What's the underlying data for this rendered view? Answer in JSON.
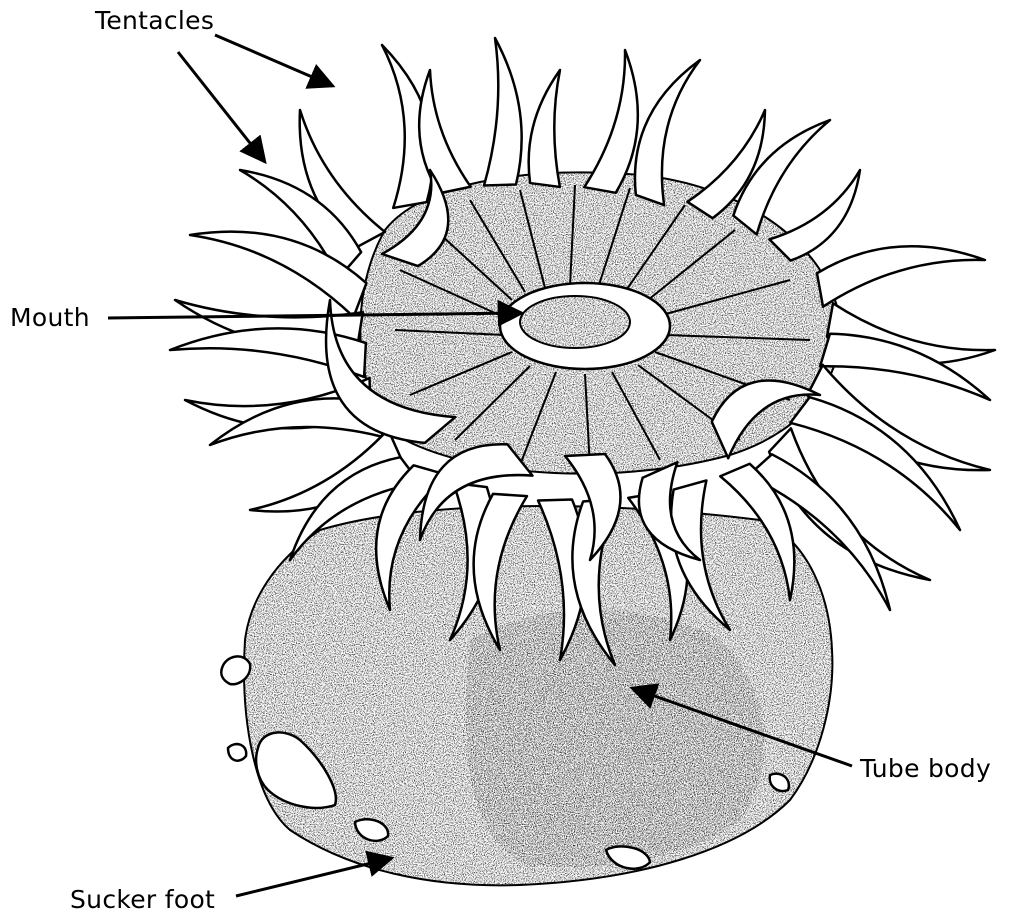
{
  "diagram": {
    "subject": "sea anemone",
    "colors": {
      "ink": "#000000",
      "paper": "#ffffff",
      "stipple": "#3a3a3a"
    },
    "labels": {
      "tentacles": "Tentacles",
      "mouth": "Mouth",
      "tube_body": "Tube body",
      "sucker_foot": "Sucker foot"
    }
  }
}
